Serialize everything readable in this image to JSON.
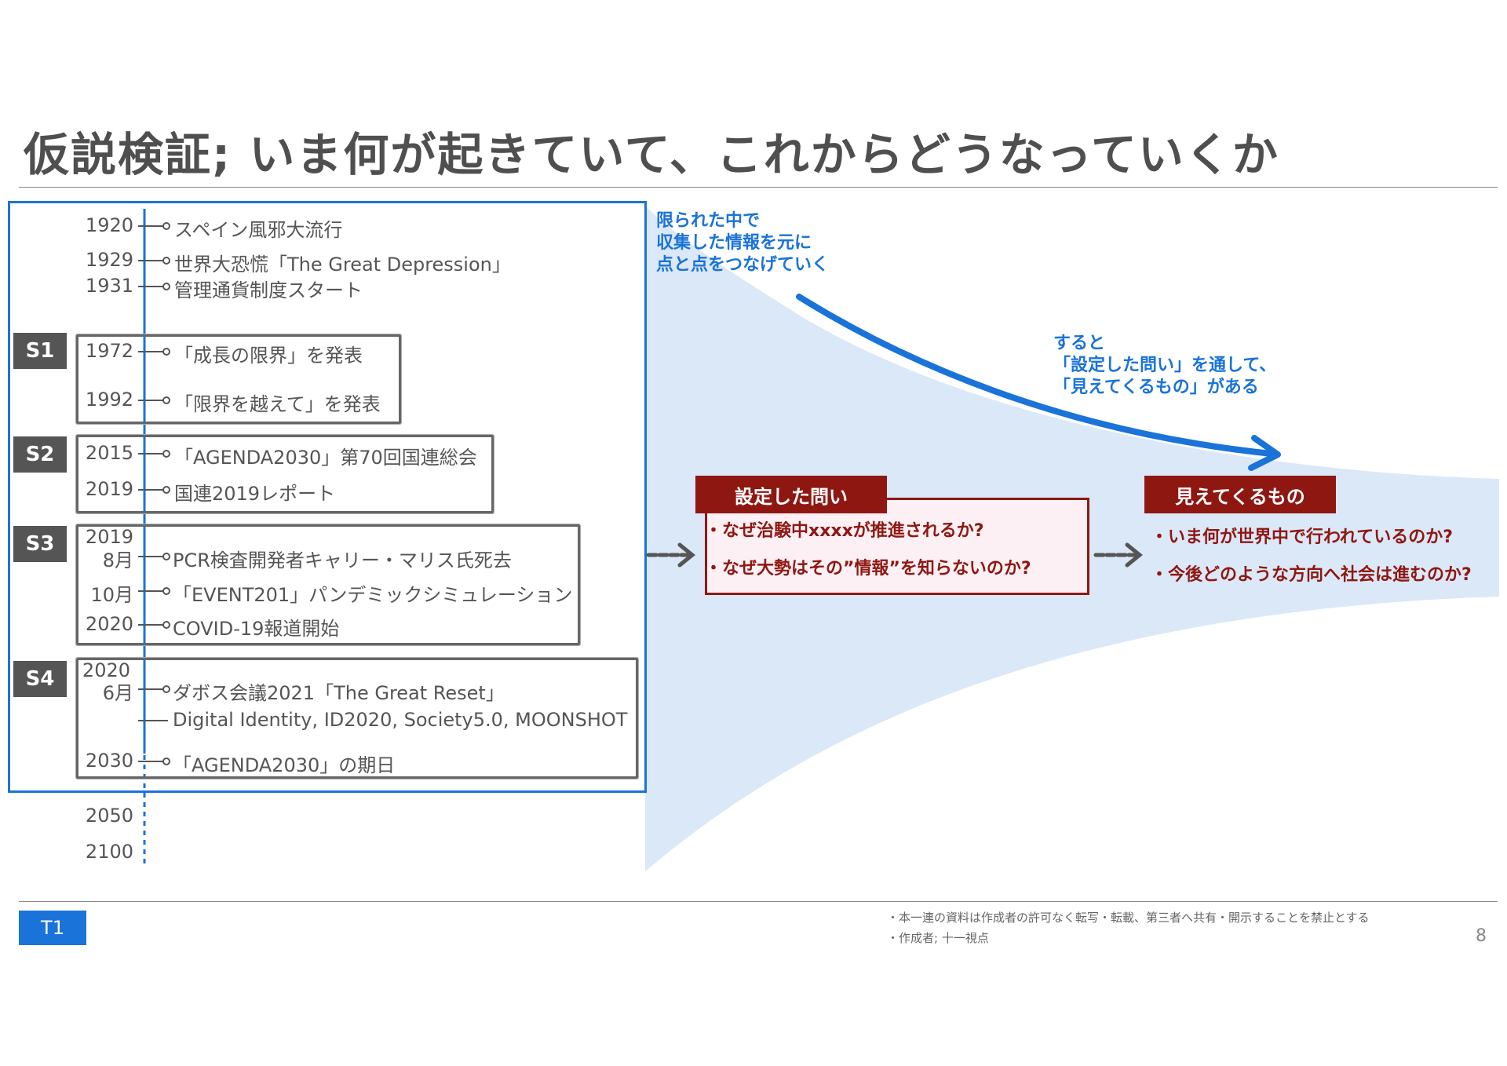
{
  "title": "仮説検証; いま何が起きていて、これからどうなっていくか",
  "timeline": {
    "events": [
      {
        "year": "1920",
        "text": "スペイン風邪大流行"
      },
      {
        "year": "1929",
        "text": "世界大恐慌「The Great Depression」"
      },
      {
        "year": "1931",
        "text": "管理通貨制度スタート"
      },
      {
        "year": "1972",
        "text": "「成長の限界」を発表"
      },
      {
        "year": "1992",
        "text": "「限界を越えて」を発表"
      },
      {
        "year": "2015",
        "text": "「AGENDA2030」第70回国連総会"
      },
      {
        "year": "2019",
        "text": "国連2019レポート"
      },
      {
        "year": "2019\n8月",
        "year_a": "2019",
        "year_b": "8月",
        "text": "PCR検査開発者キャリー・マリス氏死去"
      },
      {
        "year": "10月",
        "text": "「EVENT201」パンデミックシミュレーション"
      },
      {
        "year": "2020",
        "text": "COVID-19報道開始"
      },
      {
        "year_a": "2020",
        "year_b": "6月",
        "text": "ダボス会議2021「The Great Reset」"
      },
      {
        "year": "",
        "text": "Digital Identity, ID2020, Society5.0, MOONSHOT"
      },
      {
        "year": "2030",
        "text": "「AGENDA2030」の期日"
      }
    ],
    "future_years": [
      "2050",
      "2100"
    ],
    "sections": [
      "S1",
      "S2",
      "S3",
      "S4"
    ]
  },
  "notes": {
    "top": [
      "限られた中で",
      "収集した情報を元に",
      "点と点をつなげていく"
    ],
    "middle": [
      "すると",
      "「設定した問い」を通して、",
      "「見えてくるもの」がある"
    ]
  },
  "questions": {
    "label": "設定した問い",
    "items": [
      "・なぜ治験中xxxxが推進されるか?",
      "・なぜ大勢はその”情報”を知らないのか?"
    ]
  },
  "insights": {
    "label": "見えてくるもの",
    "items": [
      "・いま何が世界中で行われているのか?",
      "・今後どのような方向へ社会は進むのか?"
    ]
  },
  "footer": {
    "tag": "T1",
    "notice": "・本一連の資料は作成者の許可なく転写・転載、第三者へ共有・開示することを禁止とする",
    "author": "・作成者; 十一視点",
    "page": "8"
  },
  "colors": {
    "accent_blue": "#1a73d9",
    "funnel": "#dbe8f7",
    "dark_red": "#8f1712",
    "section_gray": "#555555"
  }
}
